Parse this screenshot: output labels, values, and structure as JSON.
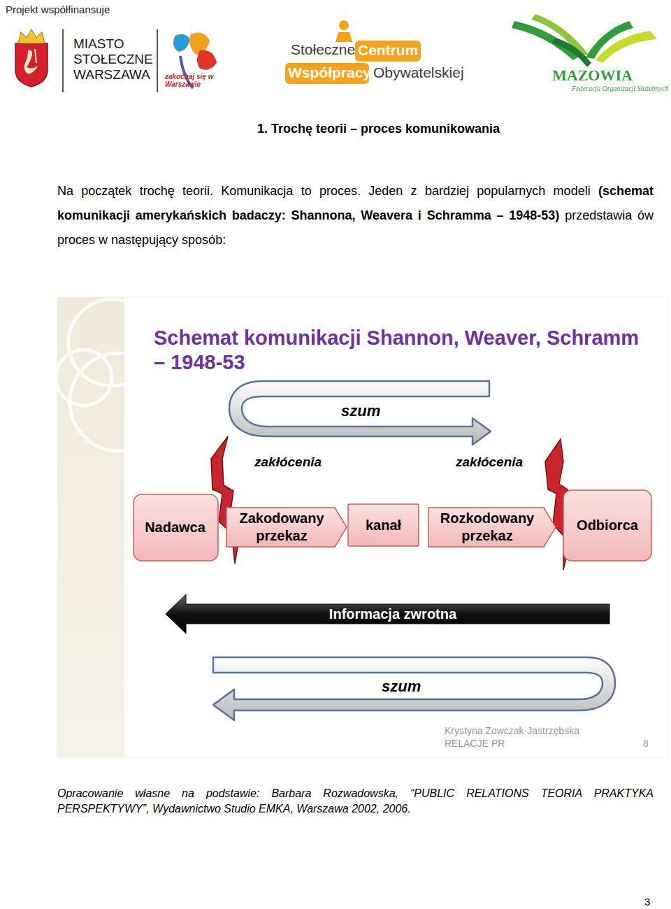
{
  "diagram": {
    "title": "Schemat komunikacji Shannon, Weaver, Schramm – 1948-53",
    "caption": "Opracowanie własne na podstawie: Barbara Rozwadowska, “PUBLIC RELATIONS TEORIA PRAKTYKA PERSPEKTYWY”, Wydawnictwo Studio EMKA, Warszawa 2002, 2006.",
    "nodes": [
      {
        "text": [
          "Nadawca"
        ]
      },
      {
        "text": [
          "Zakodowany przekaz"
        ]
      },
      {
        "text": [
          "kanał"
        ]
      },
      {
        "text": [
          "Rozkodowany przekaz"
        ]
      },
      {
        "text": [
          "Odbiorca"
        ]
      }
    ],
    "labels": [
      "Projekt współfinansuje",
      "MIASTO STOŁECZNE WARSZAWA",
      "zakochaj się w Warszawie",
      "Stołeczne",
      "Centrum",
      "Współpracy",
      "Obywatelskiej",
      "MAZOWIA",
      "Federacja Organizacji Służebnych",
      "1. Trochę teorii – proces komunikowania",
      "Na początek trochę teorii. Komunikacja to proces. Jeden z bardziej popularnych modeli",
      "(schemat komunikacji amerykańskich badaczy: Shannona, Weavera i Schramma – 1948-53)",
      "przedstawia ów proces w następujący sposób:",
      "szum",
      "zakłócenia",
      "zakłócenia",
      "Informacja zwrotna",
      "szum",
      "Krystyna Zowczak-Jastrzębska",
      "RELACJE PR",
      "8",
      "3"
    ]
  }
}
